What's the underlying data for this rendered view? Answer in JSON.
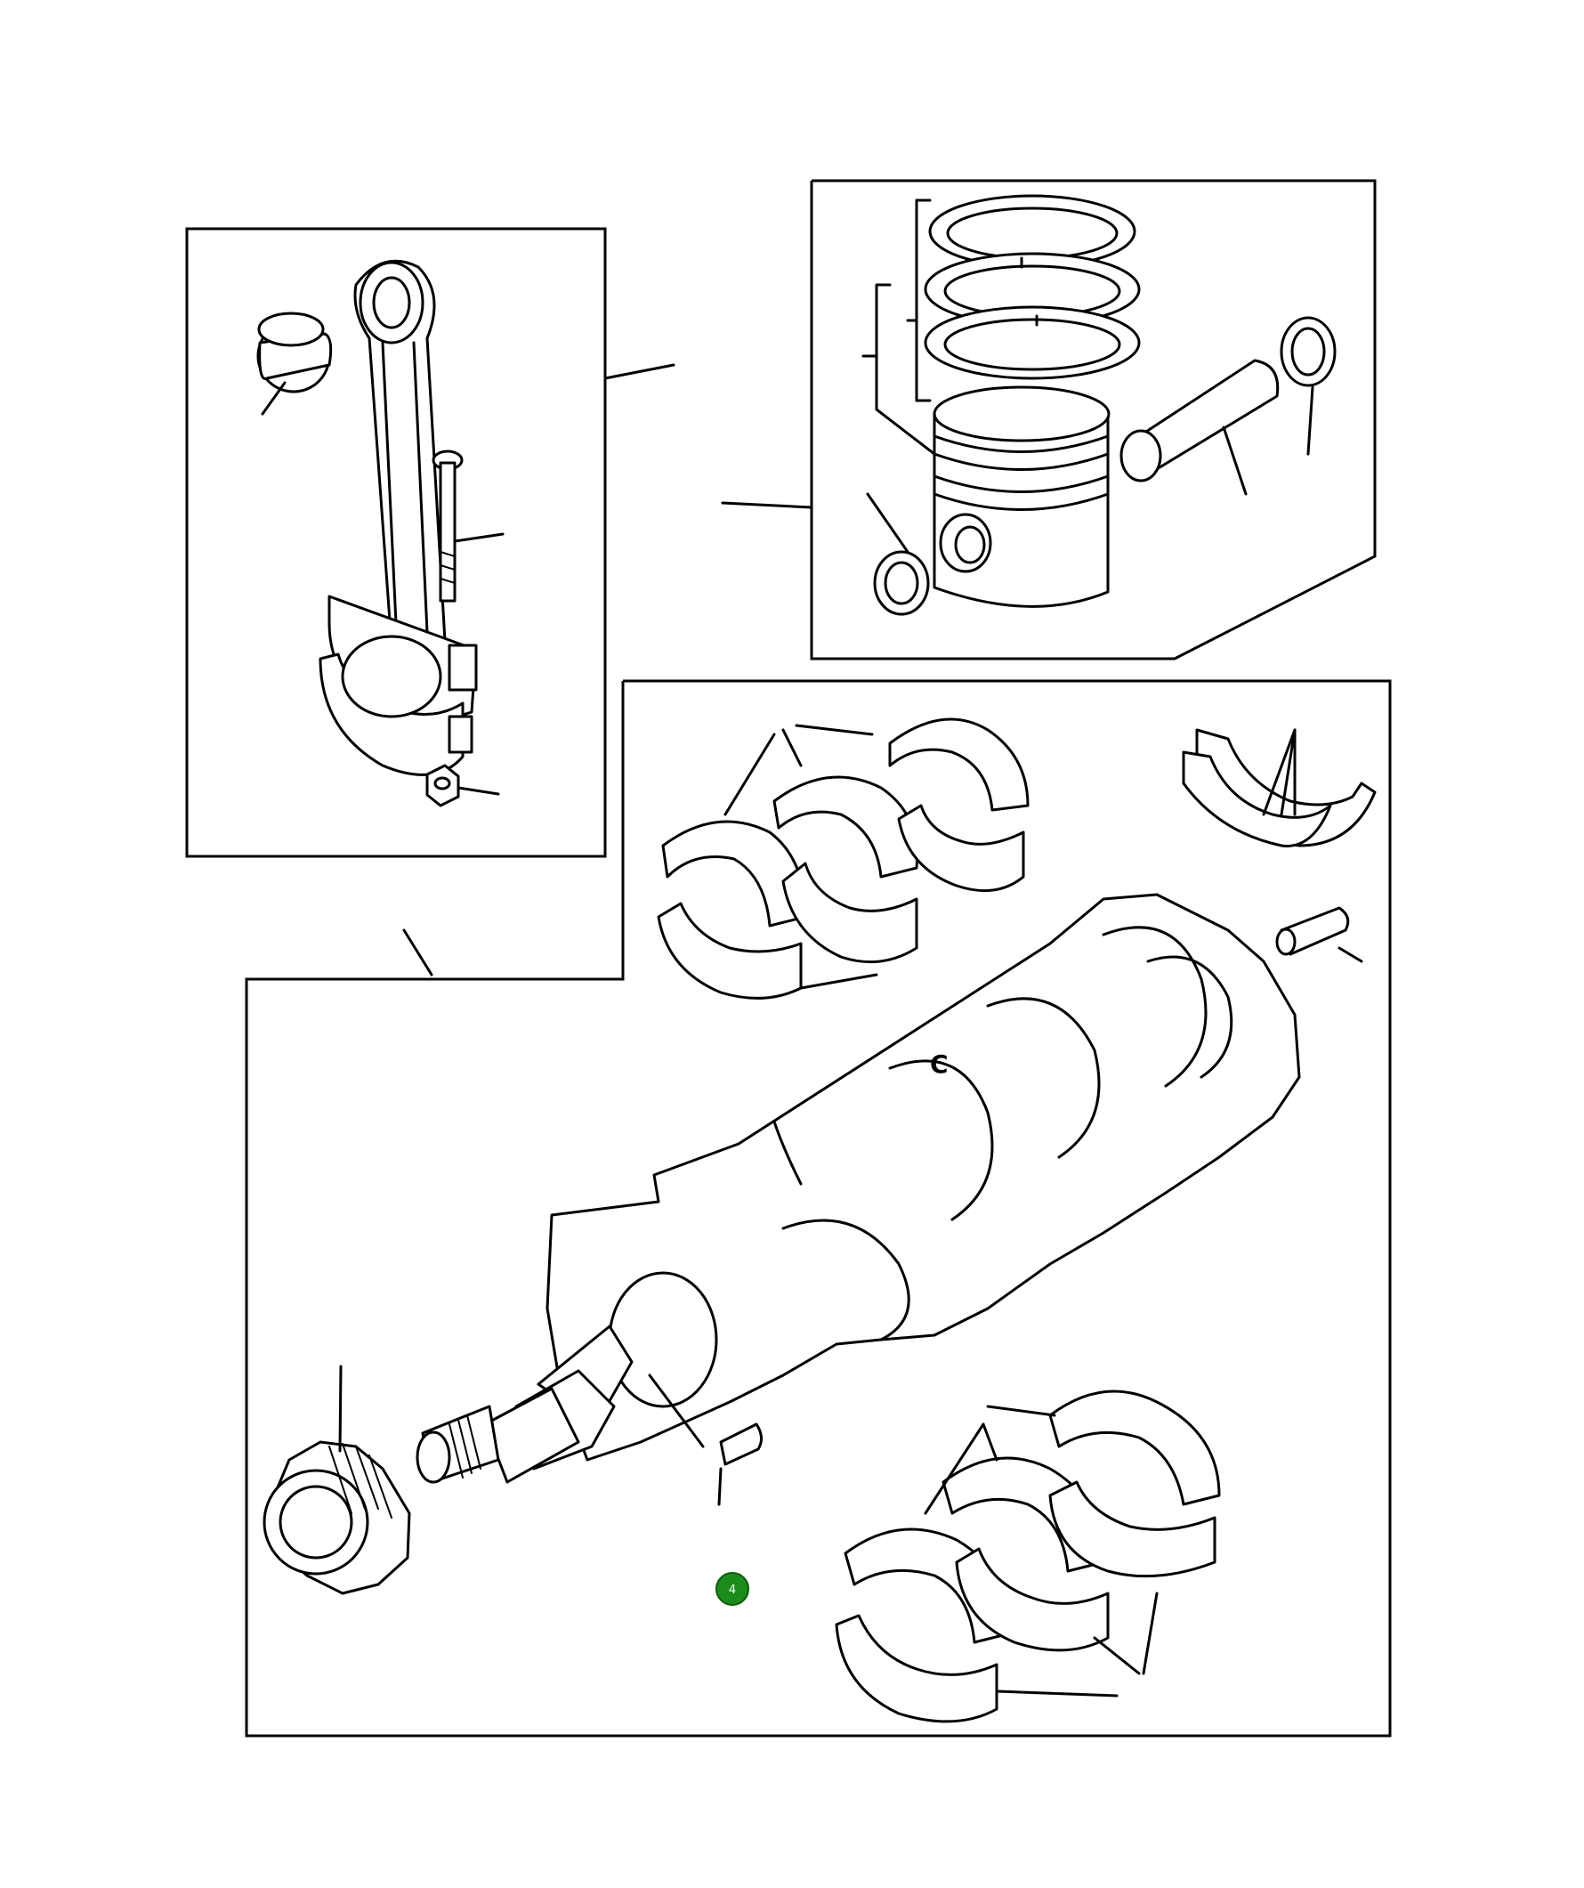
{
  "diagram": {
    "crank_marking": "C",
    "hotspots": [
      {
        "label": "4",
        "color": "#1a8c1a"
      }
    ]
  },
  "icons": [
    "connecting-rod",
    "piston-assembly",
    "crankshaft",
    "main-bearing-shells",
    "thrust-washers",
    "timing-gear"
  ]
}
